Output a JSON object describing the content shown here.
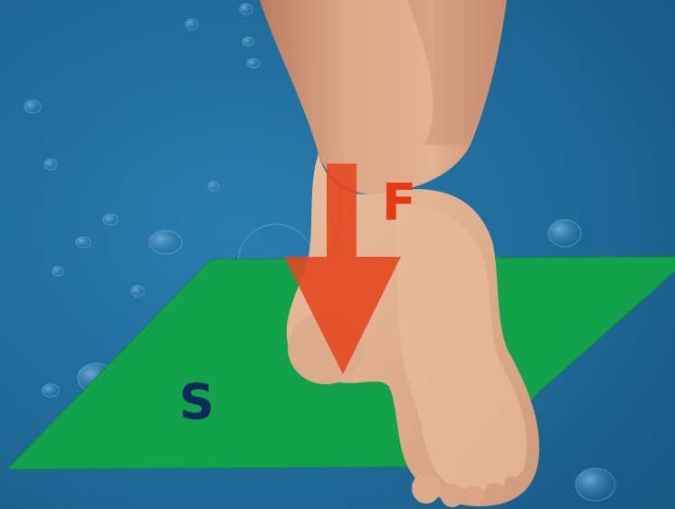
{
  "labels": {
    "force": "F",
    "surface": "S"
  },
  "colors": {
    "background": "#1f6a98",
    "surface_plane": "#12a24b",
    "force_arrow": "#e6461e",
    "force_label": "#e63a12",
    "surface_label": "#0e2a5a",
    "skin": "#d9a283"
  },
  "icons": {
    "force_arrow": "down-arrow",
    "foot": "foot-illustration",
    "background": "water-droplets"
  }
}
